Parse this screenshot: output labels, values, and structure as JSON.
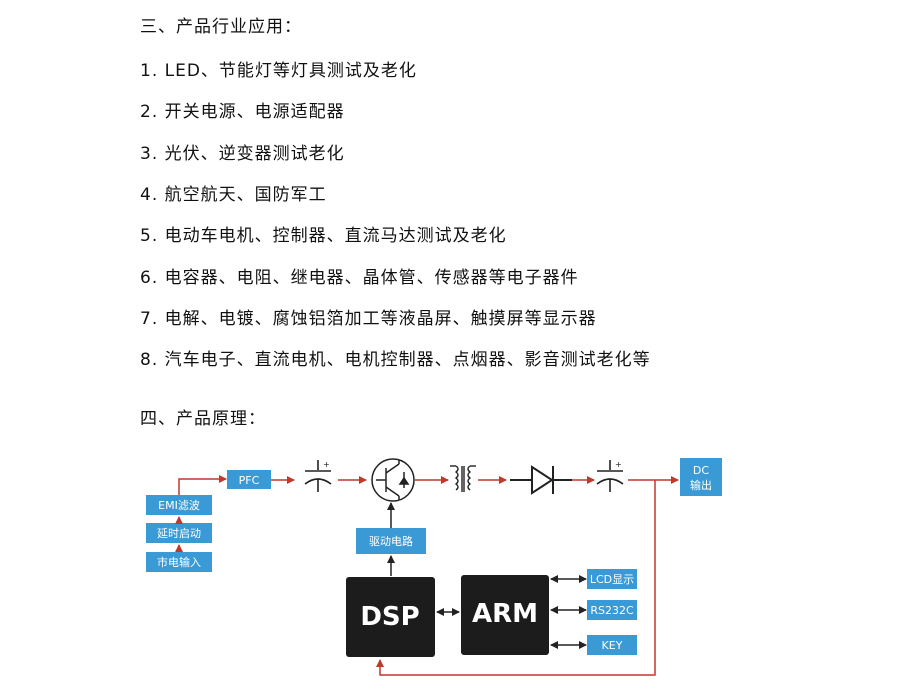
{
  "section3": {
    "title": "三、产品行业应用：",
    "items": [
      "1. LED、节能灯等灯具测试及老化",
      "2. 开关电源、电源适配器",
      "3. 光伏、逆变器测试老化",
      "4. 航空航天、国防军工",
      "5. 电动车电机、控制器、直流马达测试及老化",
      "6. 电容器、电阻、继电器、晶体管、传感器等电子器件",
      "7. 电解、电镀、腐蚀铝箔加工等液晶屏、触摸屏等显示器",
      "8. 汽车电子、直流电机、电机控制器、点烟器、影音测试老化等"
    ]
  },
  "section4": {
    "title": "四、产品原理："
  },
  "diagram": {
    "pfc": "PFC",
    "emi": "EMI滤波",
    "soft_start": "延时启动",
    "mains_input": "市电输入",
    "drive_circuit": "驱动电路",
    "dc_output_line1": "DC",
    "dc_output_line2": "输出",
    "dsp": "DSP",
    "arm": "ARM",
    "lcd": "LCD显示",
    "rs232": "RS232C",
    "key": "KEY",
    "colors": {
      "box_blue": "#3a9ad6",
      "chip_black": "#1c1c1c",
      "arrow_red": "#c0392b",
      "line_dark": "#222222"
    }
  }
}
